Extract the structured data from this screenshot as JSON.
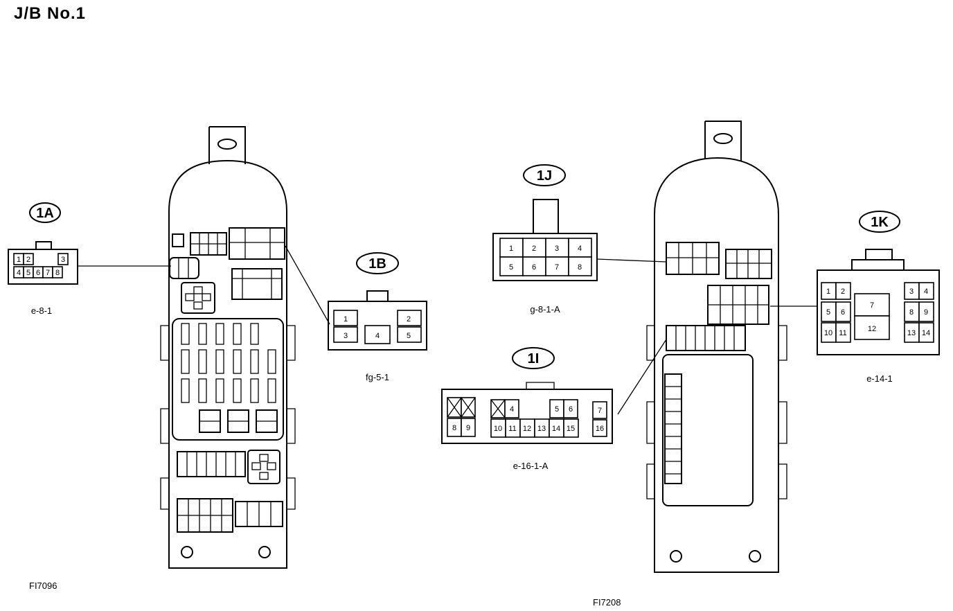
{
  "title": "J/B No.1",
  "figure_codes": {
    "left": "FI7096",
    "right": "FI7208"
  },
  "connectors": {
    "1A": {
      "tag": "1A",
      "code": "e-8-1",
      "pins": [
        "1",
        "2",
        "3",
        "4",
        "5",
        "6",
        "7",
        "8"
      ]
    },
    "1B": {
      "tag": "1B",
      "code": "fg-5-1",
      "pins": [
        "1",
        "2",
        "3",
        "4",
        "5"
      ]
    },
    "1J": {
      "tag": "1J",
      "code": "g-8-1-A",
      "pins": [
        "1",
        "2",
        "3",
        "4",
        "5",
        "6",
        "7",
        "8"
      ]
    },
    "1I": {
      "tag": "1I",
      "code": "e-16-1-A",
      "pins": [
        "4",
        "5",
        "6",
        "7",
        "8",
        "9",
        "10",
        "11",
        "12",
        "13",
        "14",
        "15",
        "16"
      ]
    },
    "1K": {
      "tag": "1K",
      "code": "e-14-1",
      "pins": [
        "1",
        "2",
        "3",
        "4",
        "5",
        "6",
        "7",
        "8",
        "9",
        "10",
        "11",
        "12",
        "13",
        "14"
      ]
    }
  },
  "colors": {
    "line": "#000000",
    "background": "#ffffff"
  }
}
